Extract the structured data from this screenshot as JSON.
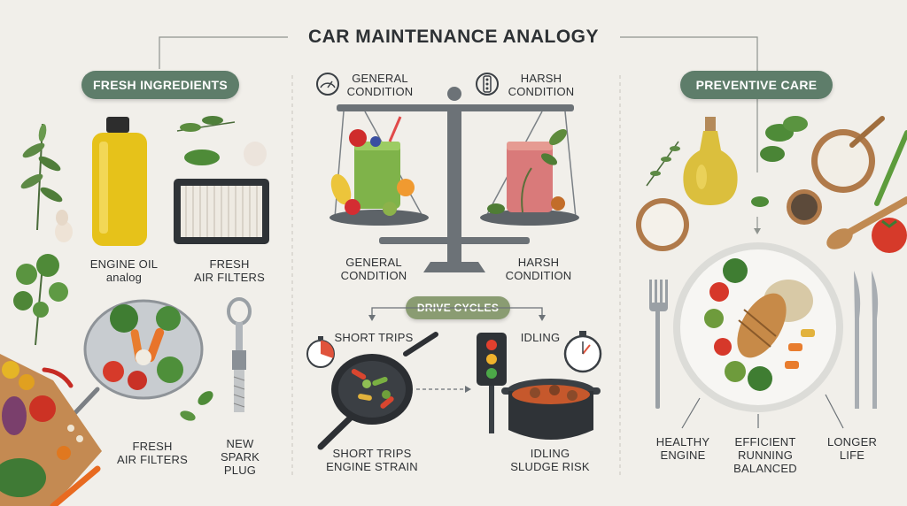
{
  "title": "CAR MAINTENANCE ANALOGY",
  "pills": {
    "fresh_ingredients": "FRESH INGREDIENTS",
    "preventive_care": "PREVENTIVE CARE",
    "drive_cycles": "DRIVE CYCLES"
  },
  "left": {
    "engine_oil": "ENGINE OIL",
    "engine_oil_sub": "analog",
    "fresh_air_filters_top_1": "FRESH",
    "fresh_air_filters_top_2": "AIR FILTERS",
    "fresh_air_filters_bottom_1": "FRESH",
    "fresh_air_filters_bottom_2": "AIR FILTERS",
    "spark_plug_1": "NEW",
    "spark_plug_2": "SPARK",
    "spark_plug_3": "PLUG"
  },
  "center": {
    "top_general_1": "GENERAL",
    "top_general_2": "CONDITION",
    "top_harsh_1": "HARSH",
    "top_harsh_2": "CONDITION",
    "bottom_general_1": "GENERAL",
    "bottom_general_2": "CONDITION",
    "bottom_harsh_1": "HARSH",
    "bottom_harsh_2": "CONDITION",
    "short_trips": "SHORT TRIPS",
    "idling": "IDLING",
    "short_trips_strain_1": "SHORT TRIPS",
    "short_trips_strain_2": "ENGINE STRAIN",
    "idling_sludge_1": "IDLING",
    "idling_sludge_2": "SLUDGE RISK"
  },
  "right": {
    "healthy_1": "HEALTHY",
    "healthy_2": "ENGINE",
    "efficient_1": "EFFICIENT",
    "efficient_2": "RUNNING",
    "efficient_3": "BALANCED",
    "longer_1": "LONGER",
    "longer_2": "LIFE"
  },
  "icons": [
    "gauge-icon",
    "traffic-light-icon",
    "stopwatch-icon"
  ],
  "colors": {
    "background": "#f1efea",
    "pill_green": "#5e7d6a",
    "pill_olive": "#8a9c72",
    "text": "#2e3134"
  }
}
